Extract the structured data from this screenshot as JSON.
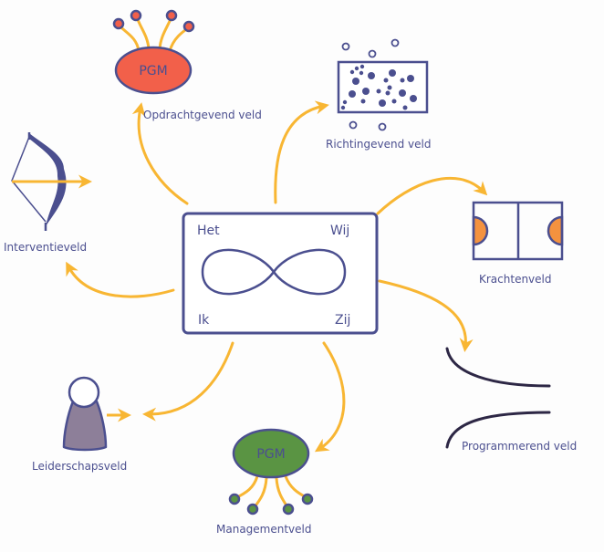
{
  "center": {
    "labels": {
      "top_left": "Het",
      "top_right": "Wij",
      "bottom_left": "Ik",
      "bottom_right": "Zij"
    },
    "symbol": "infinity-icon"
  },
  "fields": [
    {
      "id": "opdrachtgevend",
      "label": "Opdrachtgevend veld",
      "icon": "pgm-blob-icon",
      "icon_text": "PGM",
      "color": "#f2604a"
    },
    {
      "id": "richtingevend",
      "label": "Richtingevend veld",
      "icon": "dots-field-icon"
    },
    {
      "id": "krachtenveld",
      "label": "Krachtenveld",
      "icon": "sports-court-icon",
      "color": "#f4923f"
    },
    {
      "id": "programmerend",
      "label": "Programmerend veld",
      "icon": "funnel-curves-icon"
    },
    {
      "id": "management",
      "label": "Managementveld",
      "icon": "pgm-blob-icon",
      "icon_text": "PGM",
      "color": "#5a9443"
    },
    {
      "id": "leiderschap",
      "label": "Leiderschapsveld",
      "icon": "person-icon",
      "color": "#8d7f99"
    },
    {
      "id": "interventie",
      "label": "Interventieveld",
      "icon": "bow-arrow-icon"
    }
  ],
  "colors": {
    "ink": "#4b4f8f",
    "arrow": "#f8b633",
    "dark_curve": "#2d2745"
  }
}
